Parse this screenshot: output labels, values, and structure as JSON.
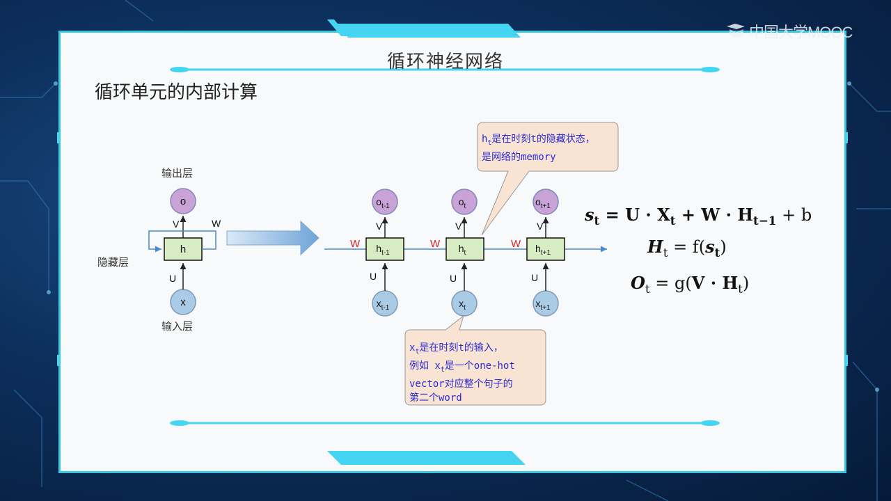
{
  "watermark": "中国大学MOOC",
  "slide_title": "循环神经网络",
  "section_title": "循环单元的内部计算",
  "left_diagram": {
    "output_label": "输出层",
    "hidden_label": "隐藏层",
    "input_label": "输入层",
    "o": "o",
    "h": "h",
    "x": "x",
    "V": "V",
    "W": "W",
    "U": "U"
  },
  "unrolled": {
    "steps": [
      {
        "o": "o",
        "o_sub": "t-1",
        "h": "h",
        "h_sub": "t-1",
        "x": "x",
        "x_sub": "t-1"
      },
      {
        "o": "o",
        "o_sub": "t",
        "h": "h",
        "h_sub": "t",
        "x": "x",
        "x_sub": "t"
      },
      {
        "o": "o",
        "o_sub": "t+1",
        "h": "h",
        "h_sub": "t+1",
        "x": "x",
        "x_sub": "t+1"
      }
    ],
    "V": "V",
    "U": "U",
    "W": "W"
  },
  "callout_top": {
    "line1_var": "h",
    "line1_sub": "t",
    "line1_rest": "是在时刻t的隐藏状态，",
    "line2": "是网络的memory"
  },
  "callout_bottom": {
    "line1_var": "x",
    "line1_sub": "t",
    "line1_rest": "是在时刻t的输入，",
    "line2_pre": "例如 x",
    "line2_sub": "t",
    "line2_rest": "是一个one-hot",
    "line3": "vector对应整个句子的",
    "line4": "第二个word"
  },
  "equations": {
    "eq1_lhs": "s",
    "eq1_lhs_sub": "t",
    "eq1_rhs_a": " = U · X",
    "eq1_rhs_a_sub": "t",
    "eq1_rhs_b": " + W · H",
    "eq1_rhs_b_sub": "t−1",
    "eq1_rhs_c": " + b",
    "eq2_lhs": "H",
    "eq2_lhs_sub": "t",
    "eq2_mid": " = f(",
    "eq2_arg": "s",
    "eq2_arg_sub": "t",
    "eq2_end": ")",
    "eq3_lhs": "O",
    "eq3_lhs_sub": "t",
    "eq3_mid": " = g(",
    "eq3_arg": "V · H",
    "eq3_arg_sub": "t",
    "eq3_end": ")"
  },
  "colors": {
    "frame_border": "#39c7e8",
    "circle_output": "#c9a3d8",
    "circle_input": "#a9cbe6",
    "hidden_box": "#d8ecc4",
    "callout_fill": "#f9e3d2",
    "w_red": "#d92020",
    "callout_text": "#2b2bd6"
  }
}
